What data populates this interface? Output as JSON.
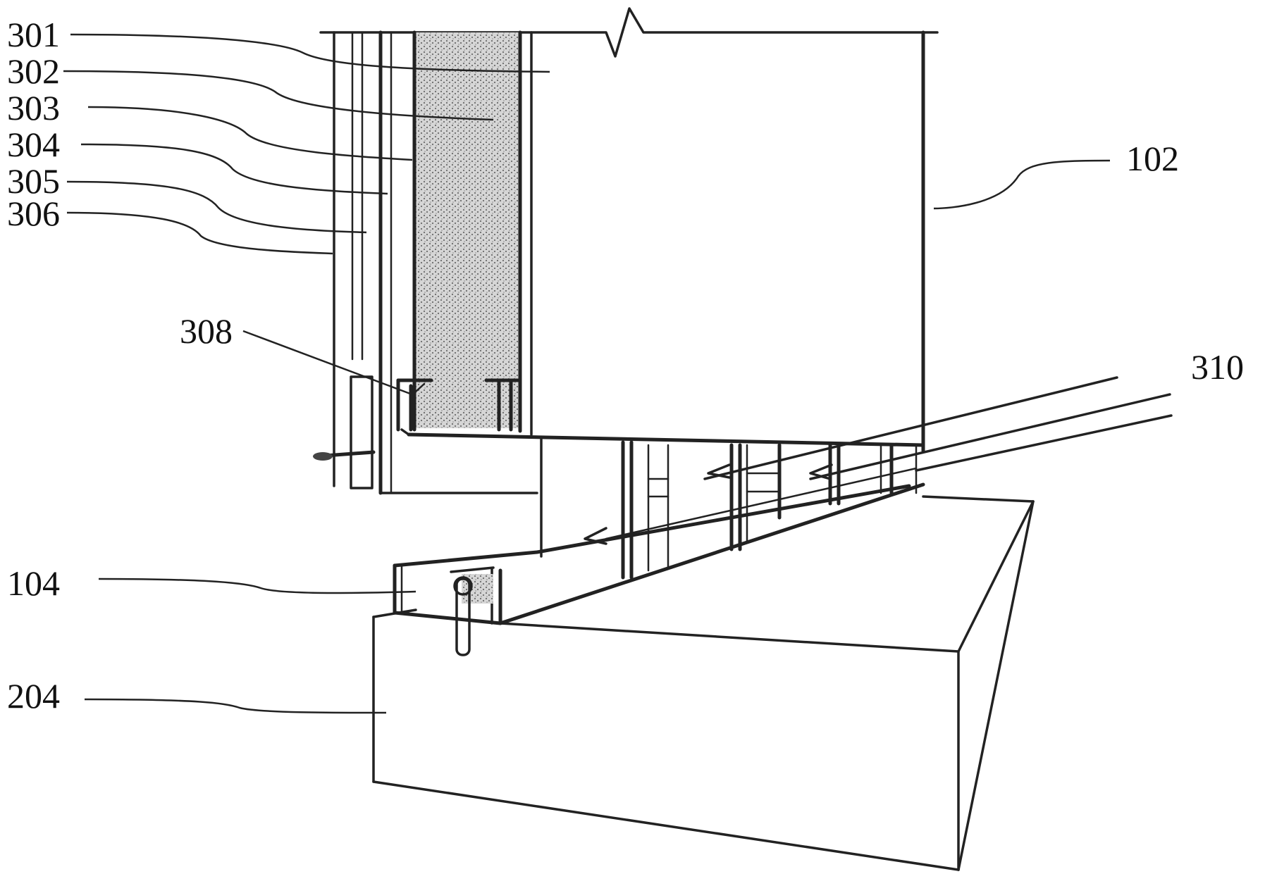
{
  "figure": {
    "reference_labels": [
      {
        "id": "301",
        "text": "301"
      },
      {
        "id": "302",
        "text": "302"
      },
      {
        "id": "303",
        "text": "303"
      },
      {
        "id": "304",
        "text": "304"
      },
      {
        "id": "305",
        "text": "305"
      },
      {
        "id": "306",
        "text": "306"
      },
      {
        "id": "308",
        "text": "308"
      },
      {
        "id": "310",
        "text": "310"
      },
      {
        "id": "102",
        "text": "102"
      },
      {
        "id": "104",
        "text": "104"
      },
      {
        "id": "204",
        "text": "204"
      }
    ]
  }
}
